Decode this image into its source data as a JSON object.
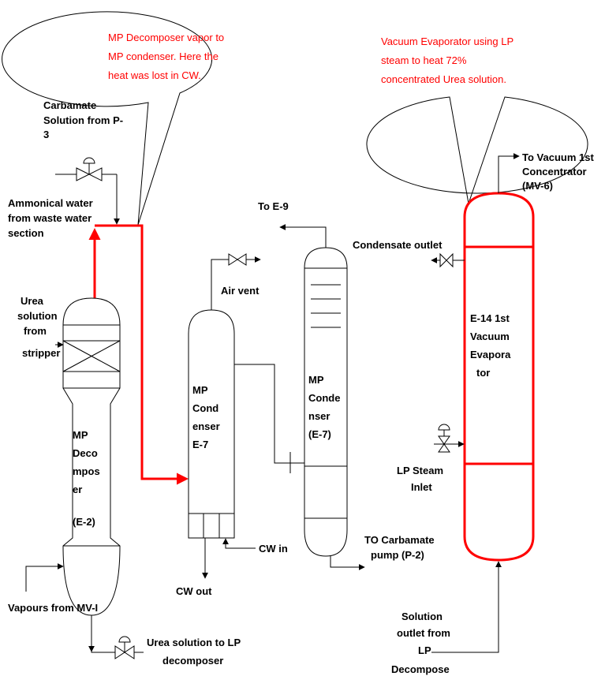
{
  "callouts": {
    "left": [
      "MP Decomposer vapor to",
      "MP condenser. Here the",
      "heat was lost in CW."
    ],
    "right": [
      "Vacuum Evaporator using LP",
      "steam to heat 72%",
      "concentrated Urea solution."
    ]
  },
  "labels": {
    "carbamate": [
      "Carbamate",
      "Solution from P-",
      "3"
    ],
    "ammonical": [
      "Ammonical water",
      "from waste water",
      "section"
    ],
    "urea_from_stripper": [
      "Urea",
      "solution",
      "from",
      "stripper"
    ],
    "vapours_mv": "Vapours from MV-I",
    "urea_to_lp": [
      "Urea solution to LP",
      "decomposer"
    ],
    "air_vent": "Air vent",
    "cw_out": "CW out",
    "cw_in": "CW in",
    "to_e9": "To E-9",
    "to_carbamate": [
      "TO Carbamate",
      "pump (P-2)"
    ],
    "condensate_outlet": "Condensate outlet",
    "to_vacuum": [
      "To Vacuum 1st",
      "Concentrator",
      "(MV-6)"
    ],
    "lp_steam": [
      "LP Steam",
      "Inlet"
    ],
    "solution_outlet": [
      "Solution",
      "outlet from",
      "LP",
      "Decompose"
    ]
  },
  "equipment": {
    "decomposer": [
      "MP",
      "Deco",
      "mpos",
      "er",
      "(E-2)"
    ],
    "condenser_a": [
      "MP",
      "Cond",
      "enser",
      "E-7"
    ],
    "condenser_b": [
      "MP",
      "Conde",
      "nser",
      "(E-7)"
    ],
    "evaporator": [
      "E-14 1st",
      "Vacuum",
      "Evapora",
      "tor"
    ]
  }
}
